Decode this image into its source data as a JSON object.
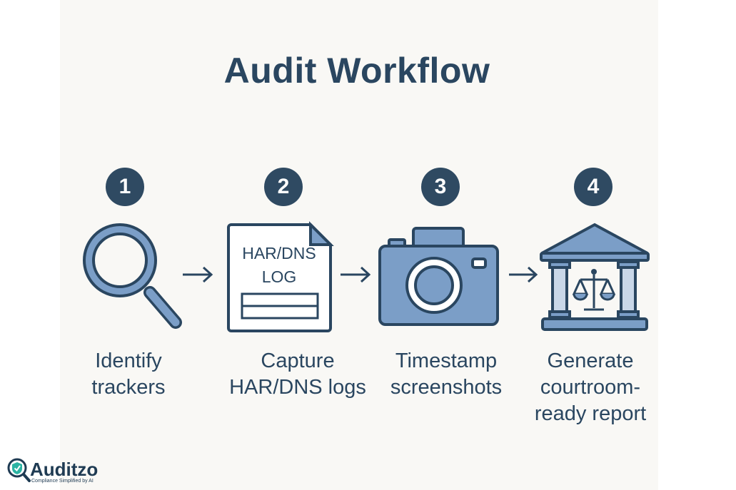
{
  "title": "Audit Workflow",
  "steps": [
    {
      "number": "1",
      "label_line1": "Identify",
      "label_line2": "trackers",
      "label_line3": "",
      "icon": "magnifier-icon"
    },
    {
      "number": "2",
      "label_line1": "Capture",
      "label_line2": "HAR/DNS logs",
      "label_line3": "",
      "icon": "log-document-icon",
      "doc_text_line1": "HAR/DNS",
      "doc_text_line2": "LOG"
    },
    {
      "number": "3",
      "label_line1": "Timestamp",
      "label_line2": "screenshots",
      "label_line3": "",
      "icon": "camera-icon"
    },
    {
      "number": "4",
      "label_line1": "Generate",
      "label_line2": "courtroom-",
      "label_line3": "ready report",
      "icon": "courthouse-icon"
    }
  ],
  "logo": {
    "name": "Auditzo",
    "tagline": "Compliance Simplified by AI"
  },
  "colors": {
    "dark": "#2a4660",
    "fill": "#7b9ec7",
    "light": "#c9d7e8",
    "background": "#f9f8f5"
  }
}
